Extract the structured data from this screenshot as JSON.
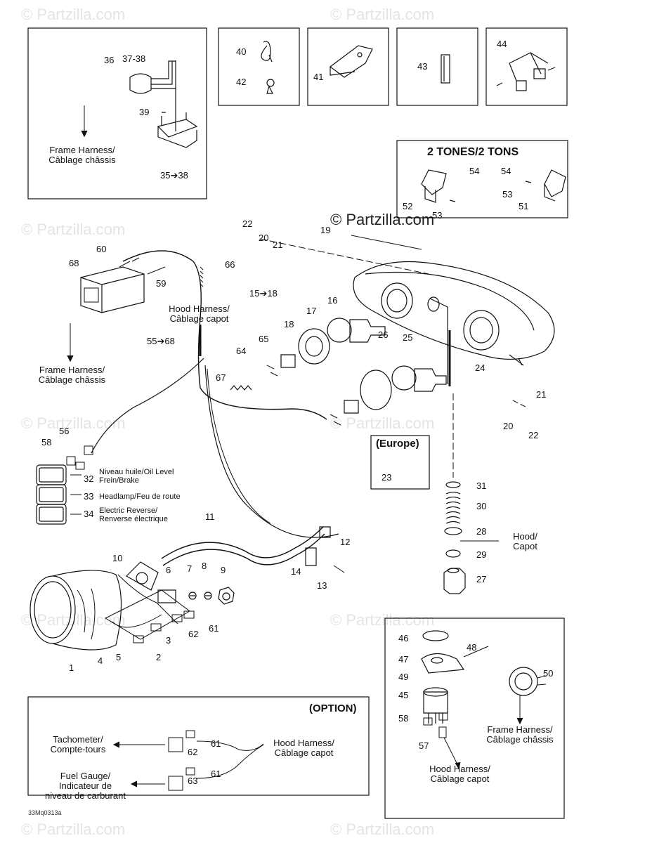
{
  "watermark": {
    "text": "© Partzilla.com",
    "center_text": "© Partzilla.com"
  },
  "figure_code": "33Mq0313a",
  "insets": {
    "box1": {
      "callouts": [
        "36",
        "37-38",
        "39",
        "35➔38"
      ],
      "note": [
        "Frame Harness/",
        "Câblage châssis"
      ]
    },
    "box2": {
      "callouts": [
        "40",
        "42"
      ]
    },
    "box3": {
      "callouts": [
        "41"
      ]
    },
    "box4": {
      "callouts": [
        "43"
      ]
    },
    "box5": {
      "callouts": [
        "44"
      ]
    },
    "two_tones": {
      "title": "2 TONES/2 TONS",
      "callouts": [
        "54",
        "52",
        "53",
        "54",
        "53",
        "51"
      ]
    },
    "europe": {
      "title": "(Europe)",
      "callouts": [
        "23"
      ]
    },
    "option": {
      "title": "(OPTION)",
      "left_labels": [
        [
          "Tachometer/",
          "Compte-tours"
        ],
        [
          "Fuel Gauge/",
          "Indicateur de",
          "niveau de carburant"
        ]
      ],
      "right_label": [
        "Hood Harness/",
        "Câblage capot"
      ],
      "callouts": [
        "61",
        "62",
        "61",
        "63"
      ]
    },
    "gauge": {
      "callouts": [
        "46",
        "47",
        "48",
        "49",
        "45",
        "50",
        "58",
        "57"
      ],
      "frame_label": [
        "Frame Harness/",
        "Câblage châssis"
      ],
      "hood_label": [
        "Hood Harness/",
        "Câblage capot"
      ]
    }
  },
  "main": {
    "callouts_headlamp": [
      "22",
      "20",
      "21",
      "19",
      "15➔18",
      "16",
      "17",
      "18",
      "65",
      "64",
      "67",
      "26",
      "25",
      "24",
      "21",
      "20",
      "22"
    ],
    "callouts_harness": [
      "60",
      "68",
      "59",
      "66",
      "55➔68"
    ],
    "harness_label": [
      "Hood Harness/",
      "Câblage capot"
    ],
    "frame_label": [
      "Frame Harness/",
      "Câblage châssis"
    ],
    "switches": {
      "callouts": [
        "56",
        "58"
      ],
      "items": [
        {
          "num": "32",
          "text": [
            "Niveau huile/Oil Level",
            "Frein/Brake"
          ]
        },
        {
          "num": "33",
          "text": [
            "Headlamp/Feu de route"
          ]
        },
        {
          "num": "34",
          "text": [
            "Electric Reverse/",
            "Renverse électrique"
          ]
        }
      ]
    },
    "adjuster": {
      "callouts": [
        "31",
        "30",
        "28",
        "29",
        "27"
      ],
      "hood_label": [
        "Hood/",
        "Capot"
      ]
    },
    "gauge_cluster": {
      "callouts": [
        "11",
        "12",
        "10",
        "6",
        "7",
        "8",
        "9",
        "14",
        "13",
        "1",
        "4",
        "5",
        "2",
        "3",
        "62",
        "61"
      ]
    }
  }
}
